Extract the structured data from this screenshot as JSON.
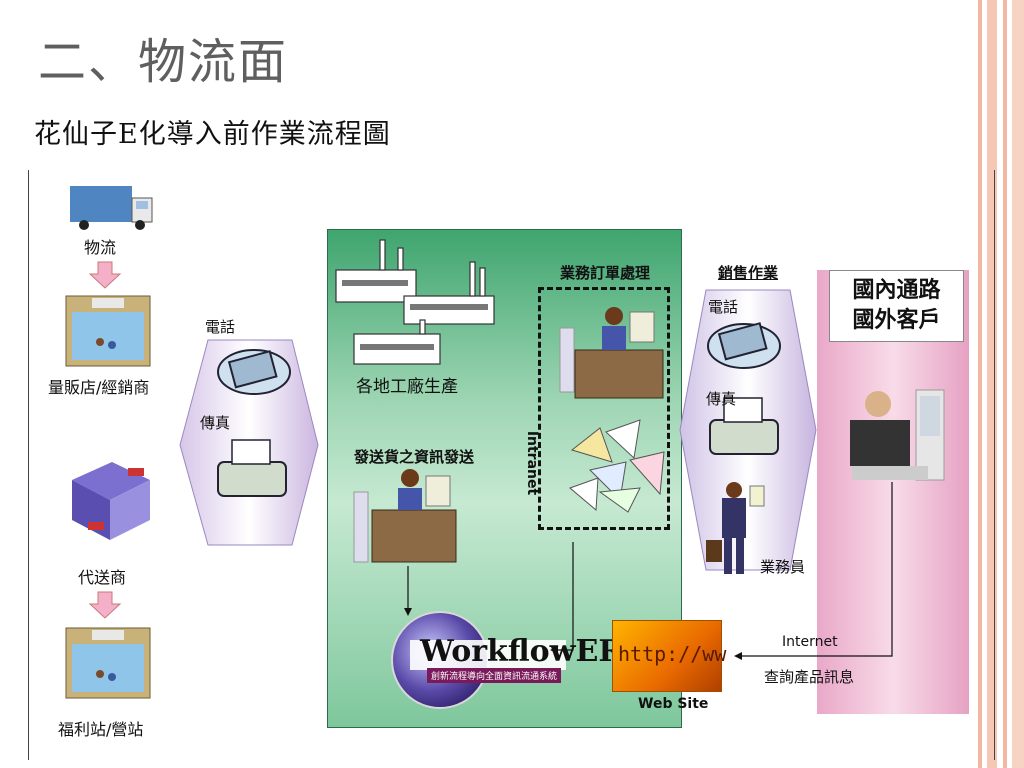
{
  "slide": {
    "title": "二、物流面",
    "subtitle": "花仙子E化導入前作業流程圖"
  },
  "colors": {
    "title_gray": "#5f5f5f",
    "factory_green": "#3fa56f",
    "customer_pink": "#e9a8c8",
    "deco_orange": "#f3b8a2"
  },
  "left_column": {
    "logistics": "物流",
    "mass_retail": "量販店/經銷商",
    "agent": "代送商",
    "welfare": "福利站/營站"
  },
  "left_comm": {
    "phone": "電話",
    "fax": "傳真"
  },
  "factory": {
    "production": "各地工廠生產",
    "order_processing": "業務訂單處理",
    "shipping_info": "發送貨之資訊發送",
    "intranet": "Intranet",
    "erp_title": "WorkflowERP",
    "erp_subtitle": "創新流程導向全面資訊流通系統"
  },
  "right_comm": {
    "sales_ops": "銷售作業",
    "phone": "電話",
    "fax": "傳真",
    "salesperson": "業務員"
  },
  "customers": {
    "line1": "國內通路",
    "line2": "國外客戶"
  },
  "web": {
    "url_text": "http://ww",
    "site_label": "Web Site",
    "internet": "Internet",
    "query": "查詢產品訊息"
  }
}
